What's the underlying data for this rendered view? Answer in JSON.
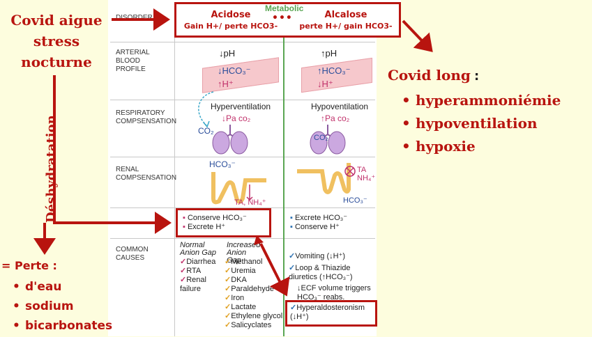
{
  "left": {
    "title_line1": "Covid aigue",
    "title_line2": "stress",
    "title_line3": "nocturne",
    "vertical_label": "Déshydratation",
    "loss_label": "= Perte :",
    "loss_items": [
      "d'eau",
      "sodium",
      "bicarbonates"
    ]
  },
  "right": {
    "title": "Covid long",
    "title_suffix": ":",
    "items": [
      "hyperammoniémie",
      "hypoventilation",
      "hypoxie"
    ]
  },
  "top_box": {
    "metabolic": "Metabolic",
    "acidose_title": "Acidose",
    "acidose_sub": "Gain H+/ perte HCO3-",
    "alcalose_title": "Alcalose",
    "alcalose_sub": "perte H+/ gain HCO3-",
    "dots": "•••"
  },
  "table": {
    "disorder_label": "DISORDER",
    "rows": {
      "abp": "ARTERIAL BLOOD PROFILE",
      "resp": "RESPIRATORY COMPSENSATION",
      "renal": "RENAL COMPSENSATION",
      "causes": "COMMON CAUSES"
    },
    "acid": {
      "ph": "↓pH",
      "hco3": "↓HCO₃⁻",
      "h": "↑H⁺",
      "vent": "Hyperventilation",
      "paco2": "↓Pa co₂",
      "co2": "CO₂",
      "hco3_renal": "HCO₃⁻",
      "ta_nh": "TA, NH₄⁺",
      "renal1": "Conserve HCO₃⁻",
      "renal2": "Excrete H⁺",
      "normal_gap": "Normal Anion Gap",
      "normal_list": [
        "Diarrhea",
        "RTA",
        "Renal failure"
      ],
      "inc_gap": "Increased Anion Gap",
      "inc_list": [
        "Methanol",
        "Uremia",
        "DKA",
        "Paraldehyde",
        "Iron",
        "Lactate",
        "Ethylene glycol",
        "Salicyclates"
      ]
    },
    "alk": {
      "ph": "↑pH",
      "hco3": "↑HCO₃⁻",
      "h": "↓H⁺",
      "vent": "Hypoventilation",
      "paco2": "↑Pa co₂",
      "co2": "CO₂",
      "ta_nh": "TA NH₄⁺",
      "hco3_renal": "HCO₃⁻",
      "renal1": "Excrete HCO₃⁻",
      "renal2": "Conserve H⁺",
      "causes": [
        "Vomiting (↓H⁺)",
        "Loop & Thiazide diuretics (↑HCO₃⁻)",
        "↓ECF volume triggers HCO₃⁻ reabs."
      ],
      "hyperaldo": "Hyperaldosteronism (↓H⁺)"
    }
  }
}
